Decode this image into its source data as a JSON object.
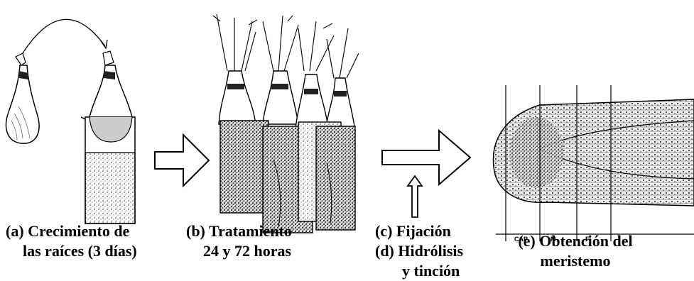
{
  "captions": {
    "a": [
      "(a) Crecimiento de",
      "las raíces (3 días)"
    ],
    "b": [
      "(b) Tratamiento",
      "24 y 72 horas"
    ],
    "c": [
      "(c) Fijación"
    ],
    "d": [
      "(d) Hidrólisis",
      "y tinción"
    ],
    "e": [
      "(e) Obtención del",
      "meristemo"
    ]
  },
  "meristem_zone_labels": [
    "CAP",
    "M",
    "Fi"
  ]
}
